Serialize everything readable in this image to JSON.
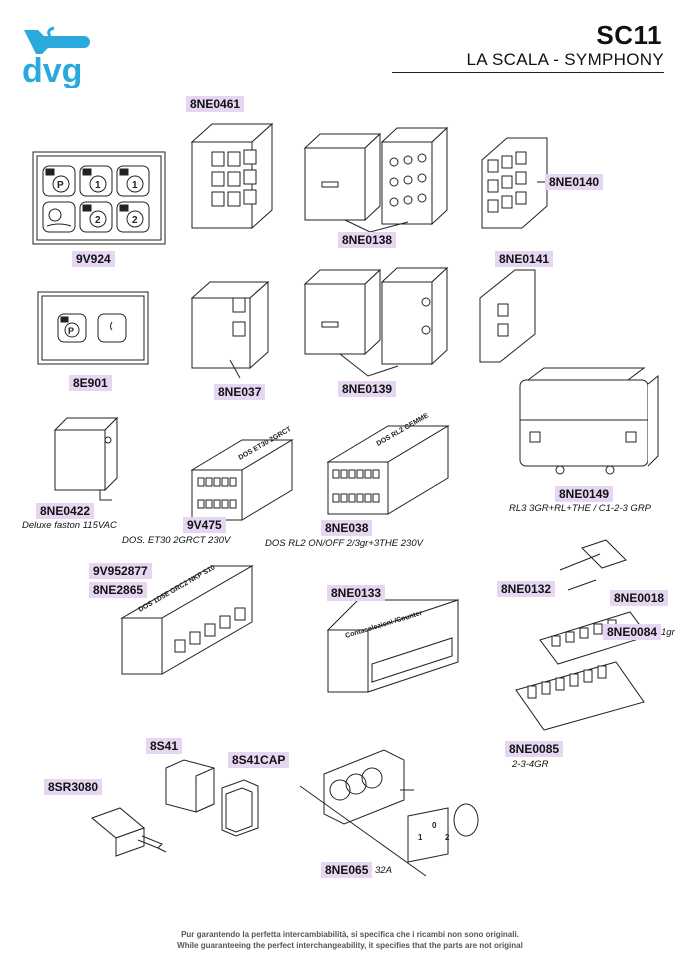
{
  "brand": {
    "logo_text": "dvg",
    "colors": {
      "brand_blue": "#2aa9dc",
      "tag_bg": "#e6d6f2"
    }
  },
  "header": {
    "model": "SC11",
    "series": "LA SCALA - SYMPHONY"
  },
  "parts": {
    "p1": "8NE0461",
    "p2": "9V924",
    "p3": "8NE0138",
    "p4": "8NE0140",
    "p5": "8NE0141",
    "p6": "8E901",
    "p7": "8NE037",
    "p8": "8NE0139",
    "p9": "8NE0422",
    "p10": "9V475",
    "p11": "8NE038",
    "p12": "8NE0149",
    "p13": "9V952877",
    "p14": "8NE2865",
    "p15": "8NE0133",
    "p16": "8NE0132",
    "p17": "8NE0018",
    "p18": "8NE0084",
    "p19": "8NE0085",
    "p20": "8S41",
    "p21": "8S41CAP",
    "p22": "8SR3080",
    "p23": "8NE065"
  },
  "descriptions": {
    "d9": "Deluxe faston 115VAC",
    "d10": "DOS. ET30 2GRCT 230V",
    "d11": "DOS RL2 ON/OFF 2/3gr+3THE 230V",
    "d12": "RL3 3GR+RL+THE / C1-2-3 GRP",
    "d18": "1gr",
    "d19": "2-3-4GR",
    "d23": "32A"
  },
  "labels_on_parts": {
    "et30": "DOS ET30 2GRCT",
    "rl2": "DOS RL2 GEMME",
    "d1d5e": "DOS 1D5E GRC2 NKP S10",
    "counter": "Contaselezioni /Counter",
    "btn_p": "P",
    "btn_1": "1",
    "btn_2": "2",
    "sel_0": "0",
    "sel_1": "1",
    "sel_2": "2"
  },
  "footer": {
    "line1": "Pur garantendo la perfetta intercambiabilità, si specifica che i ricambi non sono originali.",
    "line2": "While guaranteeing the perfect interchangeability, it specifies that the parts are not original"
  }
}
